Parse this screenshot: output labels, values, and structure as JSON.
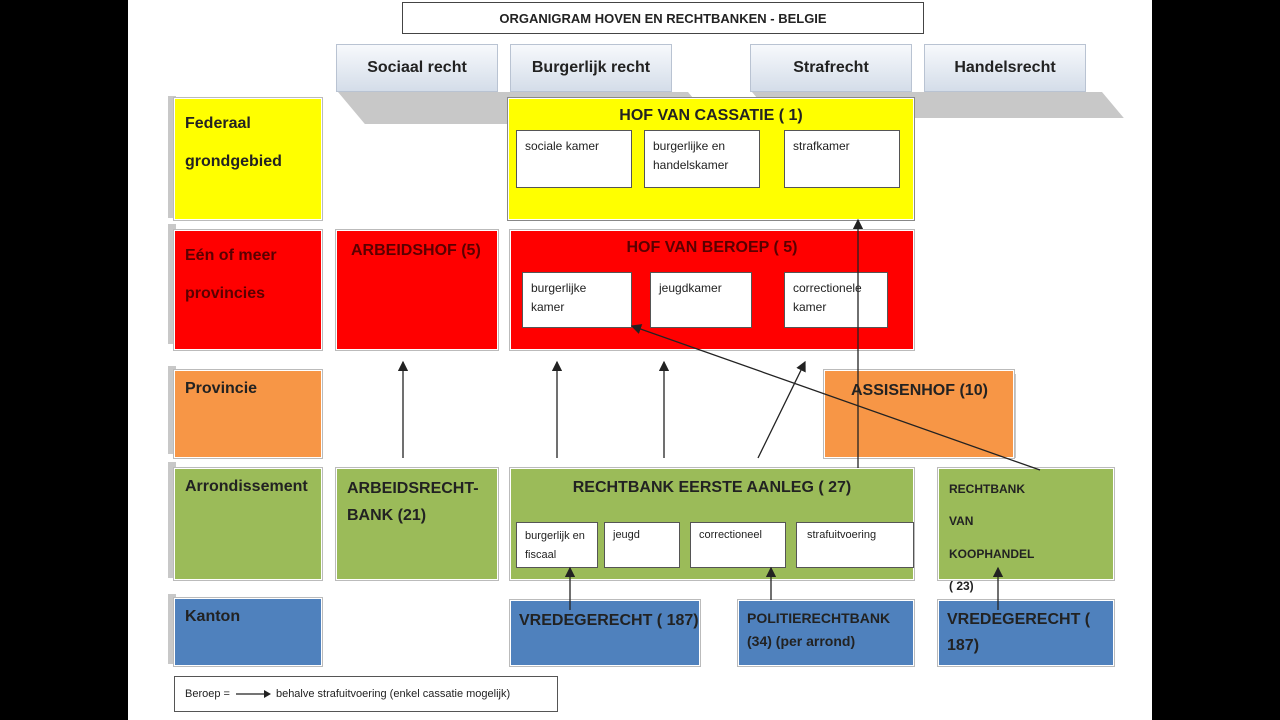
{
  "title": "ORGANIGRAM HOVEN EN RECHTBANKEN - BELGIE",
  "columns": [
    "Sociaal recht",
    "Burgerlijk recht",
    "Strafrecht",
    "Handelsrecht"
  ],
  "levels": {
    "federaal": "Federaal grondgebied",
    "provincies": "Eén of meer provincies",
    "provincie": "Provincie",
    "arrondissement": "Arrondissement",
    "kanton": "Kanton"
  },
  "cassatie": {
    "title": "HOF VAN CASSATIE ( 1)",
    "chambers": [
      "sociale kamer",
      "burgerlijke en handelskamer",
      "strafkamer"
    ]
  },
  "arbeidshof": "ARBEIDSHOF (5)",
  "hof_van_beroep": {
    "title": "HOF VAN BEROEP ( 5)",
    "chambers": [
      "burgerlijke kamer",
      "jeugdkamer",
      "correctionele kamer"
    ]
  },
  "assisenhof": "ASSISENHOF (10)",
  "arbeidsrechtbank": "ARBEIDSRECHT-BANK (21)",
  "rechtbank_eerste_aanleg": {
    "title": "RECHTBANK EERSTE AANLEG ( 27)",
    "sections": [
      "burgerlijk en fiscaal",
      "jeugd",
      "correctioneel",
      "strafuitvoering"
    ]
  },
  "rechtbank_koophandel": "RECHTBANK VAN KOOPHANDEL ( 23)",
  "vredegerecht_1": "VREDEGERECHT ( 187)",
  "politierechtbank": "POLITIERECHTBANK (34) (per arrond)",
  "vredegerecht_2": "VREDEGERECHT ( 187)",
  "legend": {
    "prefix": "Beroep =",
    "text": "behalve strafuitvoering (enkel cassatie mogelijk)"
  }
}
